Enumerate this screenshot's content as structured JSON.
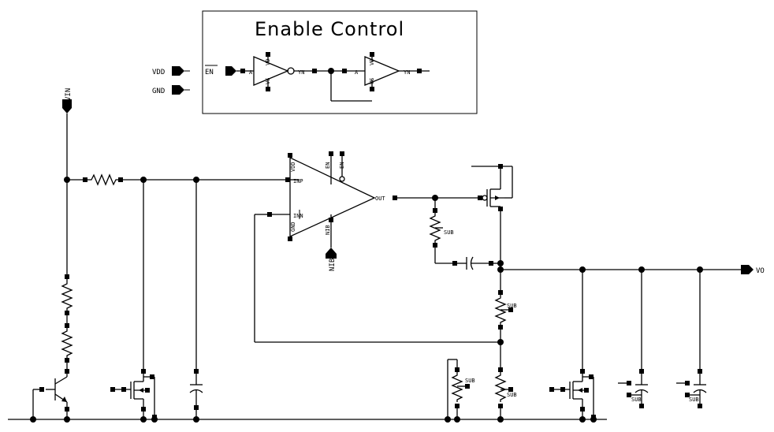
{
  "enable_block": {
    "title": "Enable Control",
    "pins": {
      "vdd": "VDD",
      "gnd": "GND",
      "en": "EN"
    },
    "inv1": {
      "a": "A",
      "yn": "YN",
      "vdd": "VD",
      "vss": "VS"
    },
    "inv2": {
      "a": "A",
      "yn": "YN",
      "vdd": "VD",
      "vss": "VS"
    }
  },
  "ports": {
    "vin": "VIN",
    "vo": "VO",
    "nib": "NIB"
  },
  "opamp": {
    "in_p": "INP",
    "in_n": "INN",
    "vdd": "VDD",
    "gnd": "GND",
    "out": "OUT",
    "en": "EN",
    "enb": "EN",
    "nib": "NIB"
  },
  "sub_labels": {
    "r_comp": "SUB",
    "r_fb_top": "SUB",
    "r_fb_bot": "SUB",
    "r_trim": "SUB",
    "c_out1": "SUB",
    "c_out2": "SUB"
  }
}
